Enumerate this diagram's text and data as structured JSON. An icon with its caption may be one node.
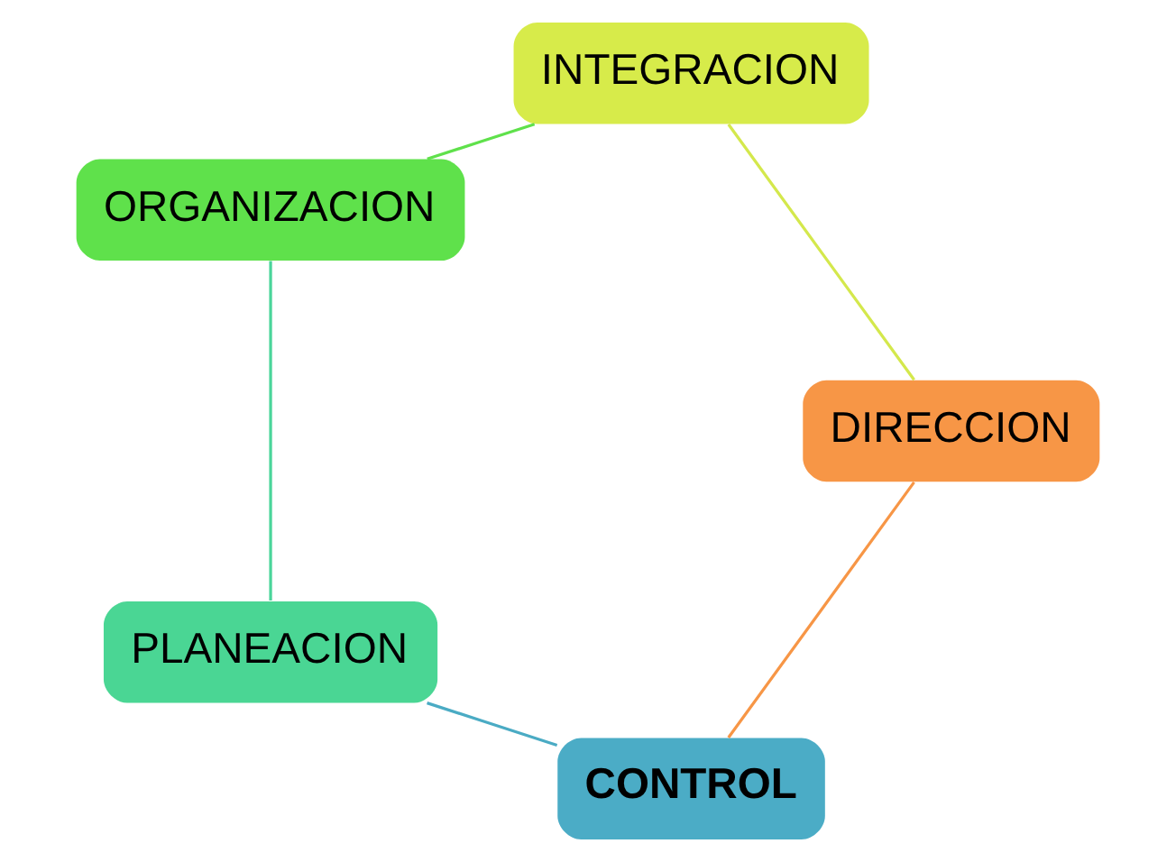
{
  "diagram": {
    "nodes": [
      {
        "text": [
          "CONTROL"
        ]
      },
      {
        "text": [
          "DIRECCION"
        ]
      },
      {
        "text": [
          "PLANEACION"
        ]
      },
      {
        "text": [
          "INTEGRACION"
        ]
      },
      {
        "text": [
          "ORGANIZACION"
        ]
      }
    ],
    "edges": [
      {
        "from": 0,
        "to": 2,
        "arrow": "none",
        "color": "#4aabc4"
      },
      {
        "from": 2,
        "to": 4,
        "arrow": "none",
        "color": "#4ad59a"
      },
      {
        "from": 4,
        "to": 3,
        "arrow": "none",
        "color": "#5fe14b"
      },
      {
        "from": 3,
        "to": 1,
        "arrow": "none",
        "color": "#d4e84c"
      },
      {
        "from": 1,
        "to": 0,
        "arrow": "none",
        "color": "#f79646"
      }
    ]
  }
}
